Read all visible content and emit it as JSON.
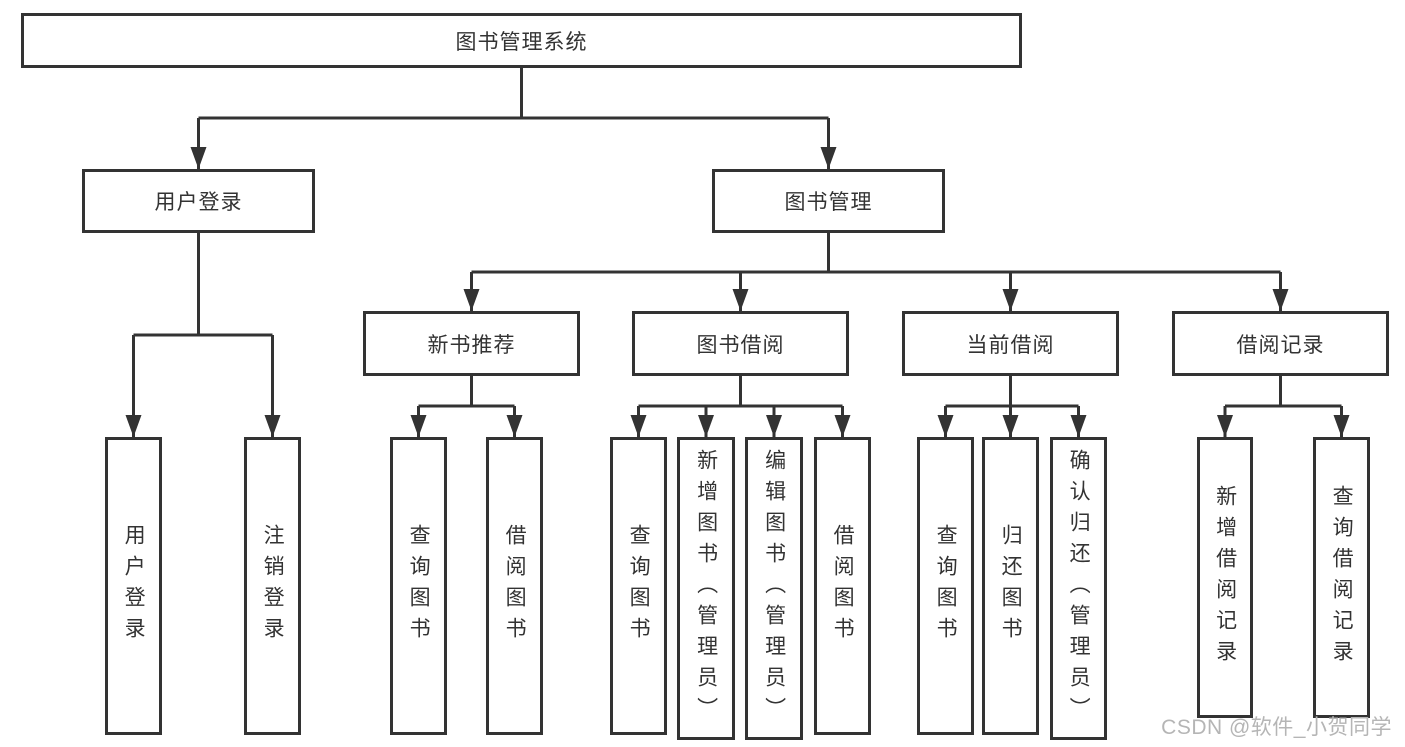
{
  "colors": {
    "line": "#333333",
    "text": "#333333",
    "box_background": "#ffffff",
    "page_background": "#ffffff",
    "watermark": "#b5b5b5"
  },
  "watermark": {
    "text": "CSDN @软件_小贺同学"
  },
  "tree": {
    "root": {
      "label": "图书管理系统",
      "children": [
        {
          "label": "用户登录",
          "children": [
            {
              "label": "用户登录"
            },
            {
              "label": "注销登录"
            }
          ]
        },
        {
          "label": "图书管理",
          "children": [
            {
              "label": "新书推荐",
              "children": [
                {
                  "label": "查询图书"
                },
                {
                  "label": "借阅图书"
                }
              ]
            },
            {
              "label": "图书借阅",
              "children": [
                {
                  "label": "查询图书"
                },
                {
                  "label": "新增图书（管理员）"
                },
                {
                  "label": "编辑图书（管理员）"
                },
                {
                  "label": "借阅图书"
                }
              ]
            },
            {
              "label": "当前借阅",
              "children": [
                {
                  "label": "查询图书"
                },
                {
                  "label": "归还图书"
                },
                {
                  "label": "确认归还（管理员）"
                }
              ]
            },
            {
              "label": "借阅记录",
              "children": [
                {
                  "label": "新增借阅记录"
                },
                {
                  "label": "查询借阅记录"
                }
              ]
            }
          ]
        }
      ]
    }
  }
}
